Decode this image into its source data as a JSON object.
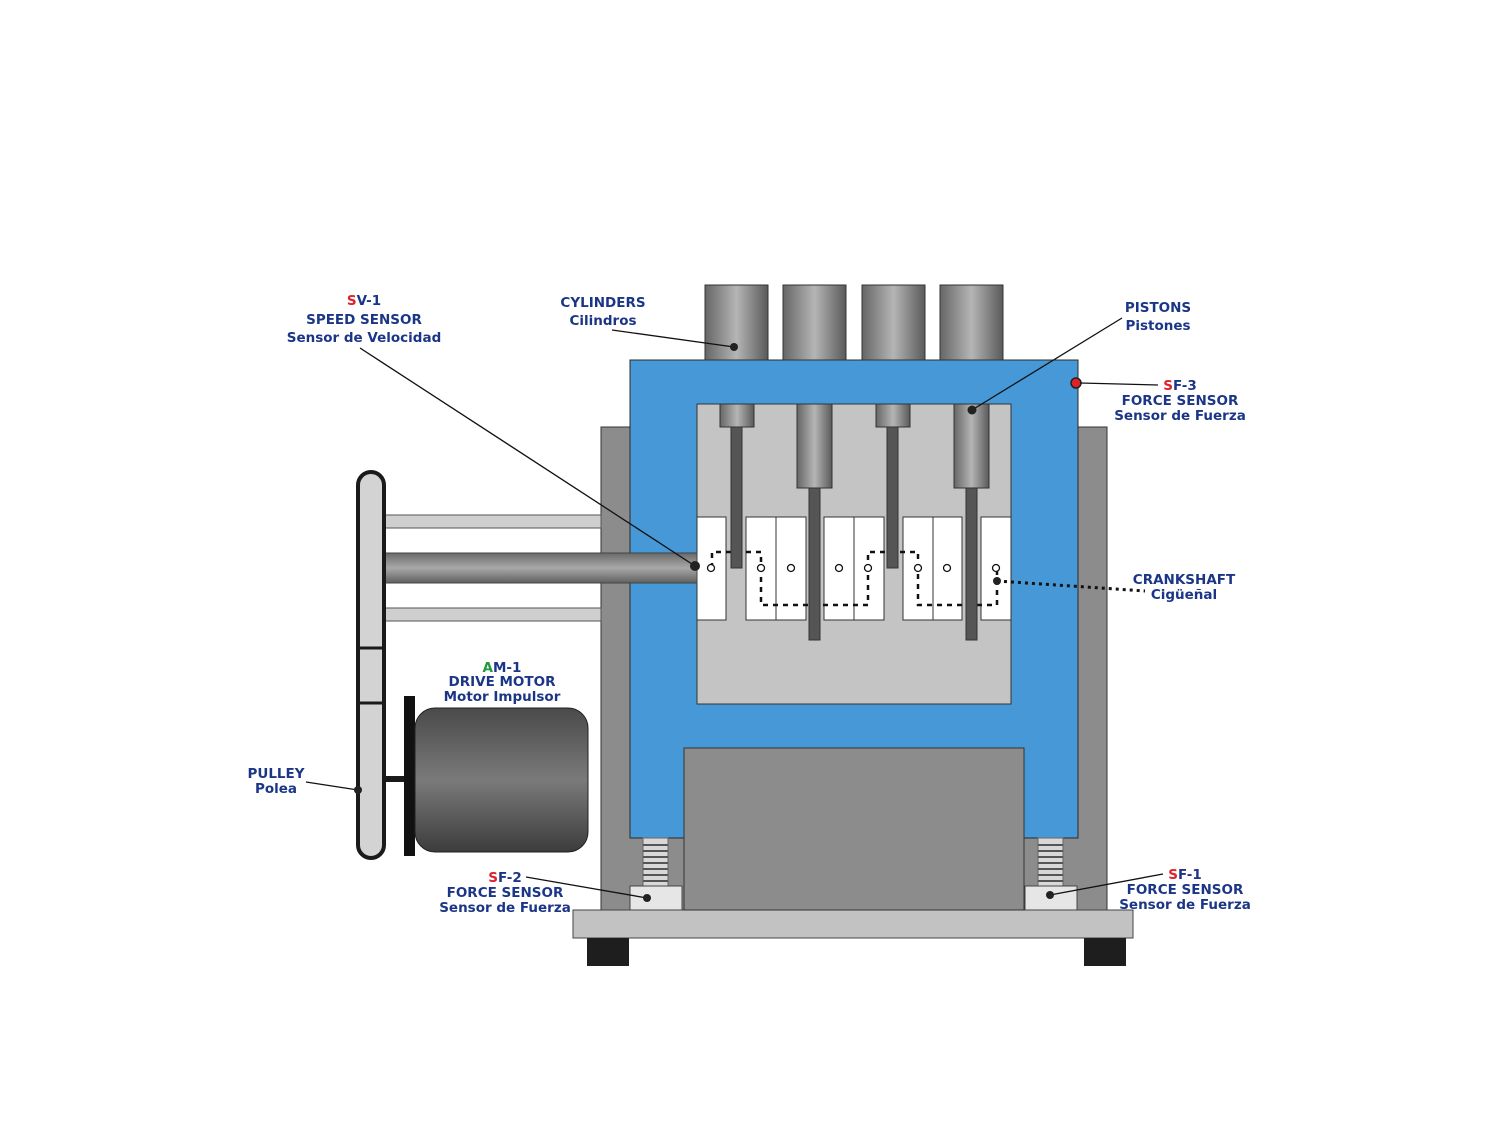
{
  "labels": {
    "sv1": {
      "prefix": "S",
      "code": "V-1",
      "en": "SPEED SENSOR",
      "es": "Sensor de Velocidad"
    },
    "cylinders": {
      "en": "CYLINDERS",
      "es": "Cilindros"
    },
    "pistons": {
      "en": "PISTONS",
      "es": "Pistones"
    },
    "sf3": {
      "prefix": "S",
      "code": "F-3",
      "en": "FORCE SENSOR",
      "es": "Sensor de Fuerza"
    },
    "crankshaft": {
      "en": "CRANKSHAFT",
      "es": "Cigüeñal"
    },
    "am1": {
      "prefix": "A",
      "code": "M-1",
      "en": "DRIVE MOTOR",
      "es": "Motor Impulsor"
    },
    "pulley": {
      "en": "PULLEY",
      "es": "Polea"
    },
    "sf2": {
      "prefix": "S",
      "code": "F-2",
      "en": "FORCE SENSOR",
      "es": "Sensor de Fuerza"
    },
    "sf1": {
      "prefix": "S",
      "code": "F-1",
      "en": "FORCE SENSOR",
      "es": "Sensor de Fuerza"
    }
  },
  "colors": {
    "frame": "#4699d6",
    "label": "#1b3686",
    "sensor_prefix": "#e0202a",
    "actuator_prefix": "#1f9a3c"
  }
}
